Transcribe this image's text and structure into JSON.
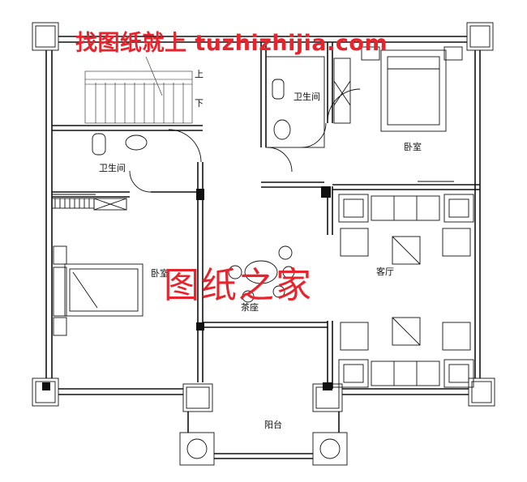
{
  "watermark": {
    "top_text": "找图纸就上 tuzhizhijia.com",
    "center_text": "图纸之家",
    "color": "#e8232b"
  },
  "rooms": {
    "bedroom_right": "卧室",
    "bedroom_left": "卧室",
    "bathroom_top": "卫生间",
    "bathroom_left": "卫生间",
    "living_room": "客厅",
    "tea_seat": "茶座",
    "balcony": "阳台"
  },
  "stairs": {
    "up_label": "上",
    "down_label": "下"
  },
  "colors": {
    "line": "#111111",
    "background": "#ffffff"
  }
}
